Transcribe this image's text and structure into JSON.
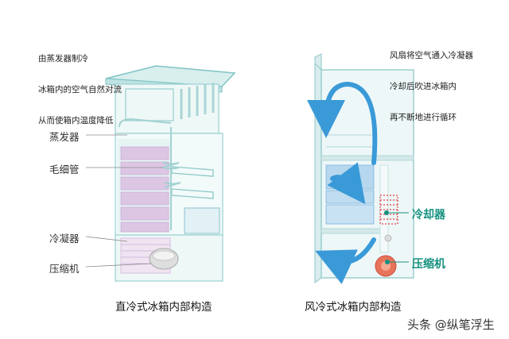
{
  "left": {
    "note_lines": [
      "由蒸发器制冷",
      "冰箱内的空气自然对流",
      "从而使箱内温度降低"
    ],
    "labels": {
      "evaporator": "蒸发器",
      "capillary": "毛细管",
      "condenser": "冷凝器",
      "compressor": "压缩机"
    },
    "caption": "直冷式冰箱内部构造"
  },
  "right": {
    "note_lines": [
      "风扇将空气通入冷凝器",
      "冷却后吹进冰箱内",
      "再不断地进行循环"
    ],
    "labels": {
      "cooler": "冷却器",
      "compressor": "压缩机"
    },
    "caption": "风冷式冰箱内部构造"
  },
  "watermark": "头条 @纵笔浮生",
  "colors": {
    "accent_teal": "#14917f",
    "arrow_blue": "#3a9ad8",
    "evaporator_pink": "#dcc6e4",
    "fridge_outline": "#7fc3c4"
  }
}
